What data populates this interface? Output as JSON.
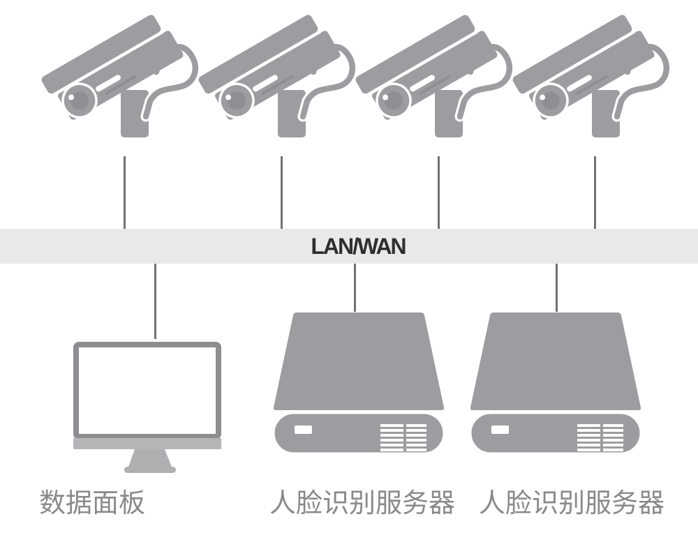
{
  "diagram": {
    "network_bus": {
      "label": "LAN/WAN"
    },
    "cameras": {
      "count": 4,
      "type": "cctv-camera"
    },
    "dashboard": {
      "label": "数据面板"
    },
    "servers": [
      {
        "label": "人脸识别服务器"
      },
      {
        "label": "人脸识别服务器"
      }
    ]
  },
  "colors": {
    "icon_gray": "#9d9da1",
    "icon_gray_dark": "#8f8f93",
    "monitor_frame": "#8e8e91",
    "monitor_chin": "#b5b5b8",
    "monitor_stand": "#afafb2",
    "band_bg": "#e9e9ea",
    "band_text": "#2e2e30",
    "label_text": "#8a8a8a",
    "line_color": "#717175",
    "bg": "#ffffff"
  }
}
